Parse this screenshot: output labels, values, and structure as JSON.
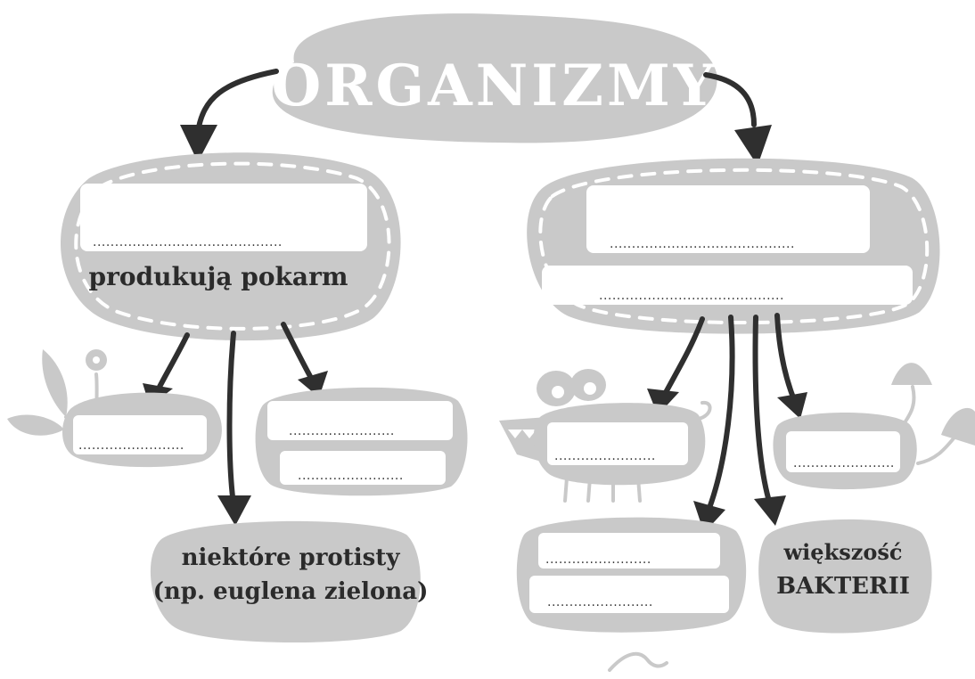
{
  "diagram": {
    "title": "ORGANIZMY",
    "left_node": {
      "answer_line": "...........................................",
      "caption": "produkują pokarm"
    },
    "left_children": [
      {
        "answer_line": "........................"
      },
      {
        "answer_lines": [
          "........................",
          "........................"
        ]
      },
      {
        "text_lines": [
          "niektóre protisty",
          "(np. euglena zielona)"
        ]
      }
    ],
    "right_node": {
      "answer_lines": [
        "..........................................",
        ".........................................."
      ]
    },
    "right_children": [
      {
        "answer_line": "......................."
      },
      {
        "answer_line": "......................."
      },
      {
        "answer_lines": [
          "........................",
          "........................"
        ]
      },
      {
        "text_lines": [
          "większość",
          "BAKTERII"
        ]
      }
    ],
    "colors": {
      "blob": "#c9c9c9",
      "arrow": "#2f2f2f",
      "text": "#2b2b2b"
    }
  }
}
